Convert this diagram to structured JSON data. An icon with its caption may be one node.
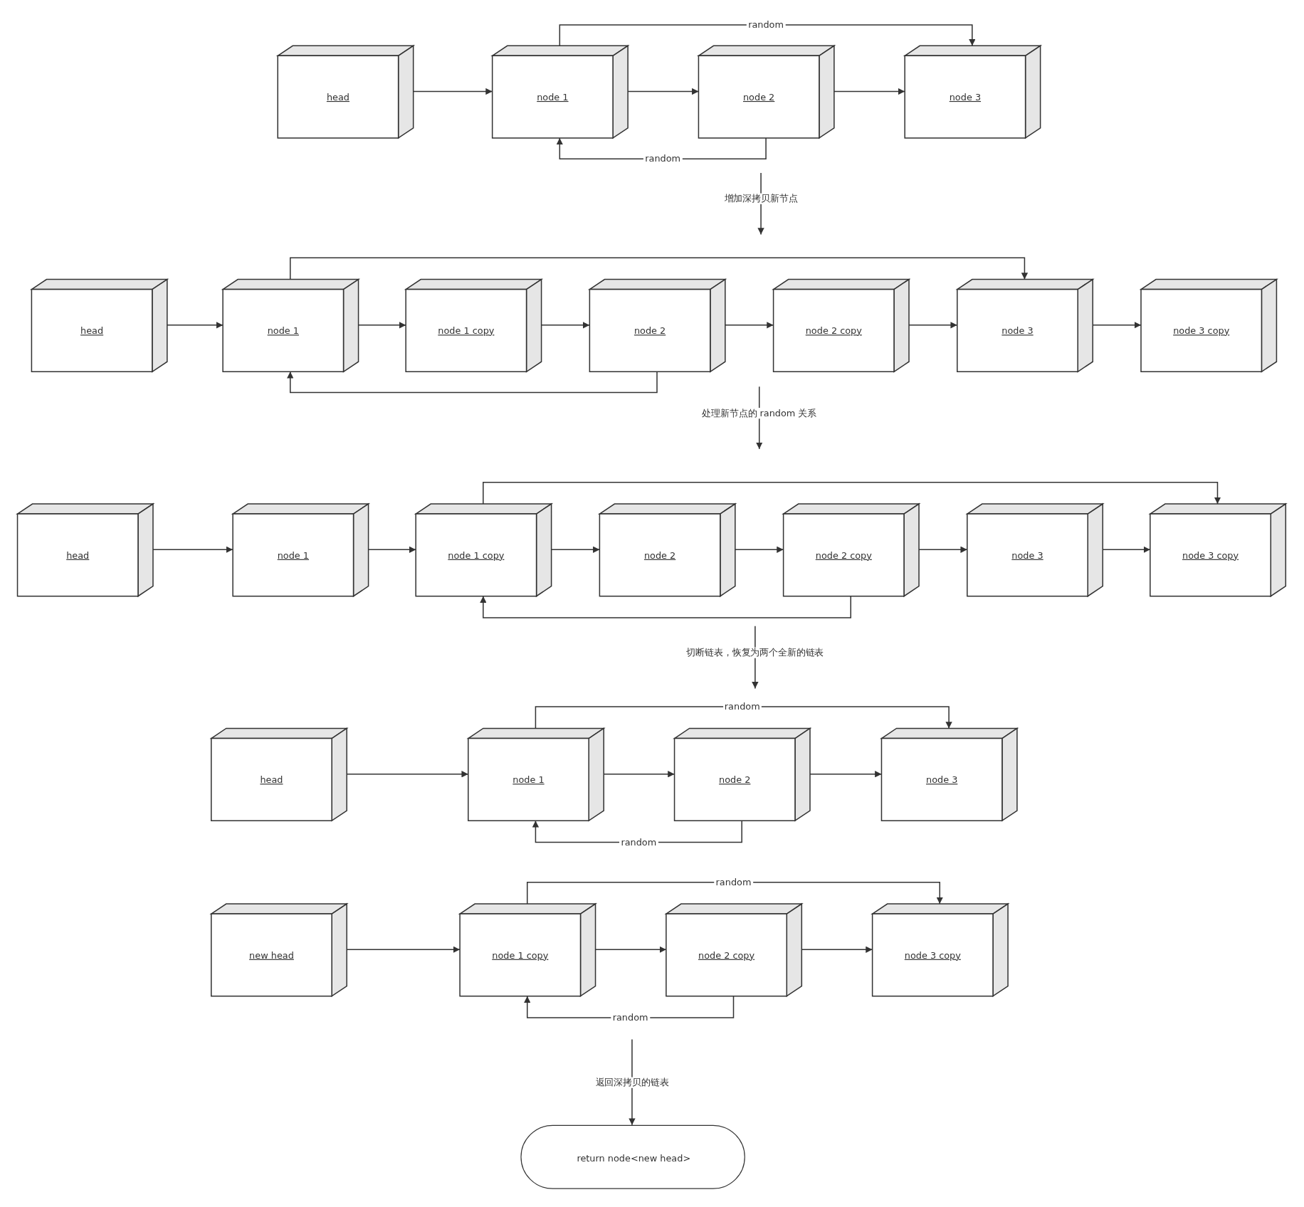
{
  "diagram": {
    "nodes": [
      {
        "text": [
          "head"
        ]
      },
      {
        "text": [
          "node 1"
        ]
      },
      {
        "text": [
          "node 2"
        ]
      },
      {
        "text": [
          "node 3"
        ]
      },
      {
        "text": [
          "head"
        ]
      },
      {
        "text": [
          "node 1"
        ]
      },
      {
        "text": [
          "node 1 copy"
        ]
      },
      {
        "text": [
          "node 2"
        ]
      },
      {
        "text": [
          "node 2 copy"
        ]
      },
      {
        "text": [
          "node 3"
        ]
      },
      {
        "text": [
          "node 3 copy"
        ]
      },
      {
        "text": [
          "head"
        ]
      },
      {
        "text": [
          "node 1"
        ]
      },
      {
        "text": [
          "node 1 copy"
        ]
      },
      {
        "text": [
          "node 2"
        ]
      },
      {
        "text": [
          "node 2 copy"
        ]
      },
      {
        "text": [
          "node 3"
        ]
      },
      {
        "text": [
          "node 3 copy"
        ]
      },
      {
        "text": [
          "head"
        ]
      },
      {
        "text": [
          "node 1"
        ]
      },
      {
        "text": [
          "node 2"
        ]
      },
      {
        "text": [
          "node 3"
        ]
      },
      {
        "text": [
          "new head"
        ]
      },
      {
        "text": [
          "node 1 copy"
        ]
      },
      {
        "text": [
          "node 2 copy"
        ]
      },
      {
        "text": [
          "node 3 copy"
        ]
      },
      {
        "text": [
          "return node<new head>"
        ]
      }
    ],
    "edges": [
      {
        "from": 0,
        "to": 1,
        "arrow": "to"
      },
      {
        "from": 1,
        "to": 2,
        "arrow": "to"
      },
      {
        "from": 2,
        "to": 3,
        "arrow": "to"
      },
      {
        "from": 1,
        "to": 3,
        "arrow": "to",
        "label": "random"
      },
      {
        "from": 2,
        "to": 1,
        "arrow": "to",
        "label": "random"
      },
      {
        "from": 4,
        "to": 5,
        "arrow": "to"
      },
      {
        "from": 5,
        "to": 6,
        "arrow": "to"
      },
      {
        "from": 6,
        "to": 7,
        "arrow": "to"
      },
      {
        "from": 7,
        "to": 8,
        "arrow": "to"
      },
      {
        "from": 8,
        "to": 9,
        "arrow": "to"
      },
      {
        "from": 9,
        "to": 10,
        "arrow": "to"
      },
      {
        "from": 5,
        "to": 9,
        "arrow": "to"
      },
      {
        "from": 7,
        "to": 5,
        "arrow": "to"
      },
      {
        "from": 11,
        "to": 12,
        "arrow": "to"
      },
      {
        "from": 12,
        "to": 13,
        "arrow": "to"
      },
      {
        "from": 13,
        "to": 14,
        "arrow": "to"
      },
      {
        "from": 14,
        "to": 15,
        "arrow": "to"
      },
      {
        "from": 15,
        "to": 16,
        "arrow": "to"
      },
      {
        "from": 16,
        "to": 17,
        "arrow": "to"
      },
      {
        "from": 13,
        "to": 17,
        "arrow": "to"
      },
      {
        "from": 15,
        "to": 13,
        "arrow": "to"
      },
      {
        "from": 18,
        "to": 19,
        "arrow": "to"
      },
      {
        "from": 19,
        "to": 20,
        "arrow": "to"
      },
      {
        "from": 20,
        "to": 21,
        "arrow": "to"
      },
      {
        "from": 19,
        "to": 21,
        "arrow": "to",
        "label": "random"
      },
      {
        "from": 20,
        "to": 19,
        "arrow": "to",
        "label": "random"
      },
      {
        "from": 22,
        "to": 23,
        "arrow": "to"
      },
      {
        "from": 23,
        "to": 24,
        "arrow": "to"
      },
      {
        "from": 24,
        "to": 25,
        "arrow": "to"
      },
      {
        "from": 23,
        "to": 25,
        "arrow": "to",
        "label": "random"
      },
      {
        "from": 24,
        "to": 23,
        "arrow": "to",
        "label": "random"
      },
      {
        "from": null,
        "to": 26,
        "arrow": "to",
        "label": "返回深拷贝的链表"
      }
    ],
    "labels": [
      "增加深拷贝新节点",
      "处理新节点的 random 关系",
      "切断链表，恢复为两个全新的链表"
    ]
  }
}
